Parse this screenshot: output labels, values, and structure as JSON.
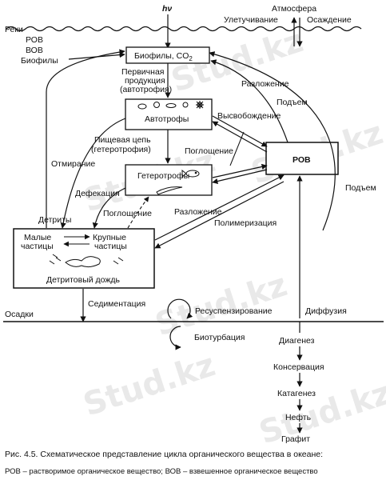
{
  "labels": {
    "hv": "hν",
    "atmosphere": "Атмосфера",
    "volatilization": "Улетучивание",
    "deposition": "Осаждение",
    "rivers": "Реки",
    "rov": "РОВ",
    "vov": "ВОВ",
    "biophiles": "Биофилы",
    "primary1": "Первичная",
    "primary2": "продукция",
    "primary3": "(автотрофия)",
    "decomposition_top": "Разложение",
    "rise_top": "Подъем",
    "release": "Высвобождение",
    "uptake_mid": "Поглощение",
    "food1": "Пищевая цепь",
    "food2": "(гетеротрофия)",
    "dying": "Отмирание",
    "defecation": "Дефекация",
    "detritus": "Детриты",
    "uptake_low": "Поглощение",
    "decomposition_low": "Разложение",
    "polymerization": "Полимеризация",
    "rise_right": "Подъем",
    "sediments": "Осадки",
    "sedimentation": "Седиментация",
    "resuspension": "Ресуспензирование",
    "diffusion": "Диффузия",
    "bioturbation": "Биотурбация",
    "diagenesis": "Диагенез",
    "conservation": "Консервация",
    "catagenesis": "Катагенез",
    "oil": "Нефть",
    "graphite": "Графит"
  },
  "boxes": {
    "biophiles_co2": "Биофилы, CO",
    "co2_sub": "2",
    "autotrophs": "Автотрофы",
    "heterotrophs": "Гетеротрофы",
    "rov_box": "РОВ",
    "small_particles1": "Малые",
    "small_particles2": "частицы",
    "large_particles1": "Крупные",
    "large_particles2": "частицы",
    "detrital_rain": "Детритовый дождь"
  },
  "watermark": "Stud.kz",
  "caption": "Рис. 4.5. Схематическое представление цикла органического вещества в океане:",
  "legend": "РОВ – растворимое органическое вещество; ВОВ – взвешенное органическое вещество"
}
